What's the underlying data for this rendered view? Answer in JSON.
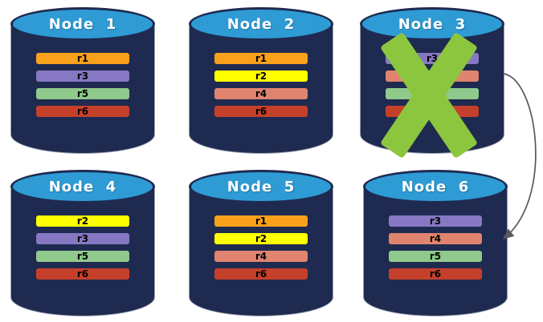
{
  "colors": {
    "cylinder_body": "#1F2A50",
    "cylinder_top": "#2E9BD5",
    "title_text": "#FFFFFF",
    "bar_text": "#000000",
    "x_mark": "#8CC63E",
    "arrow": "#58595B"
  },
  "nodes": [
    {
      "title": "Node  1",
      "bars": [
        {
          "label": "r1",
          "color": "#F9A11B"
        },
        {
          "label": "r3",
          "color": "#8678C2"
        },
        {
          "label": "r5",
          "color": "#8FC98B"
        },
        {
          "label": "r6",
          "color": "#C5402A"
        }
      ]
    },
    {
      "title": "Node  2",
      "bars": [
        {
          "label": "r1",
          "color": "#F9A11B"
        },
        {
          "label": "r2",
          "color": "#FFFF00"
        },
        {
          "label": "r4",
          "color": "#E0846F"
        },
        {
          "label": "r6",
          "color": "#C5402A"
        }
      ]
    },
    {
      "title": "Node  3",
      "bars": [
        {
          "label": "r3",
          "color": "#8678C2"
        },
        {
          "label": "r4",
          "color": "#E0846F"
        },
        {
          "label": "r5",
          "color": "#8FC98B"
        },
        {
          "label": "r6",
          "color": "#C5402A"
        }
      ]
    },
    {
      "title": "Node  4",
      "bars": [
        {
          "label": "r2",
          "color": "#FFFF00"
        },
        {
          "label": "r3",
          "color": "#8678C2"
        },
        {
          "label": "r5",
          "color": "#8FC98B"
        },
        {
          "label": "r6",
          "color": "#C5402A"
        }
      ]
    },
    {
      "title": "Node  5",
      "bars": [
        {
          "label": "r1",
          "color": "#F9A11B"
        },
        {
          "label": "r2",
          "color": "#FFFF00"
        },
        {
          "label": "r4",
          "color": "#E0846F"
        },
        {
          "label": "r6",
          "color": "#C5402A"
        }
      ]
    },
    {
      "title": "Node  6",
      "bars": [
        {
          "label": "r3",
          "color": "#8678C2"
        },
        {
          "label": "r4",
          "color": "#E0846F"
        },
        {
          "label": "r5",
          "color": "#8FC98B"
        },
        {
          "label": "r6",
          "color": "#C5402A"
        }
      ]
    }
  ],
  "annotations": {
    "failed_node": "Node  3",
    "arrow_from": "Node  3",
    "arrow_to": "Node  6"
  }
}
